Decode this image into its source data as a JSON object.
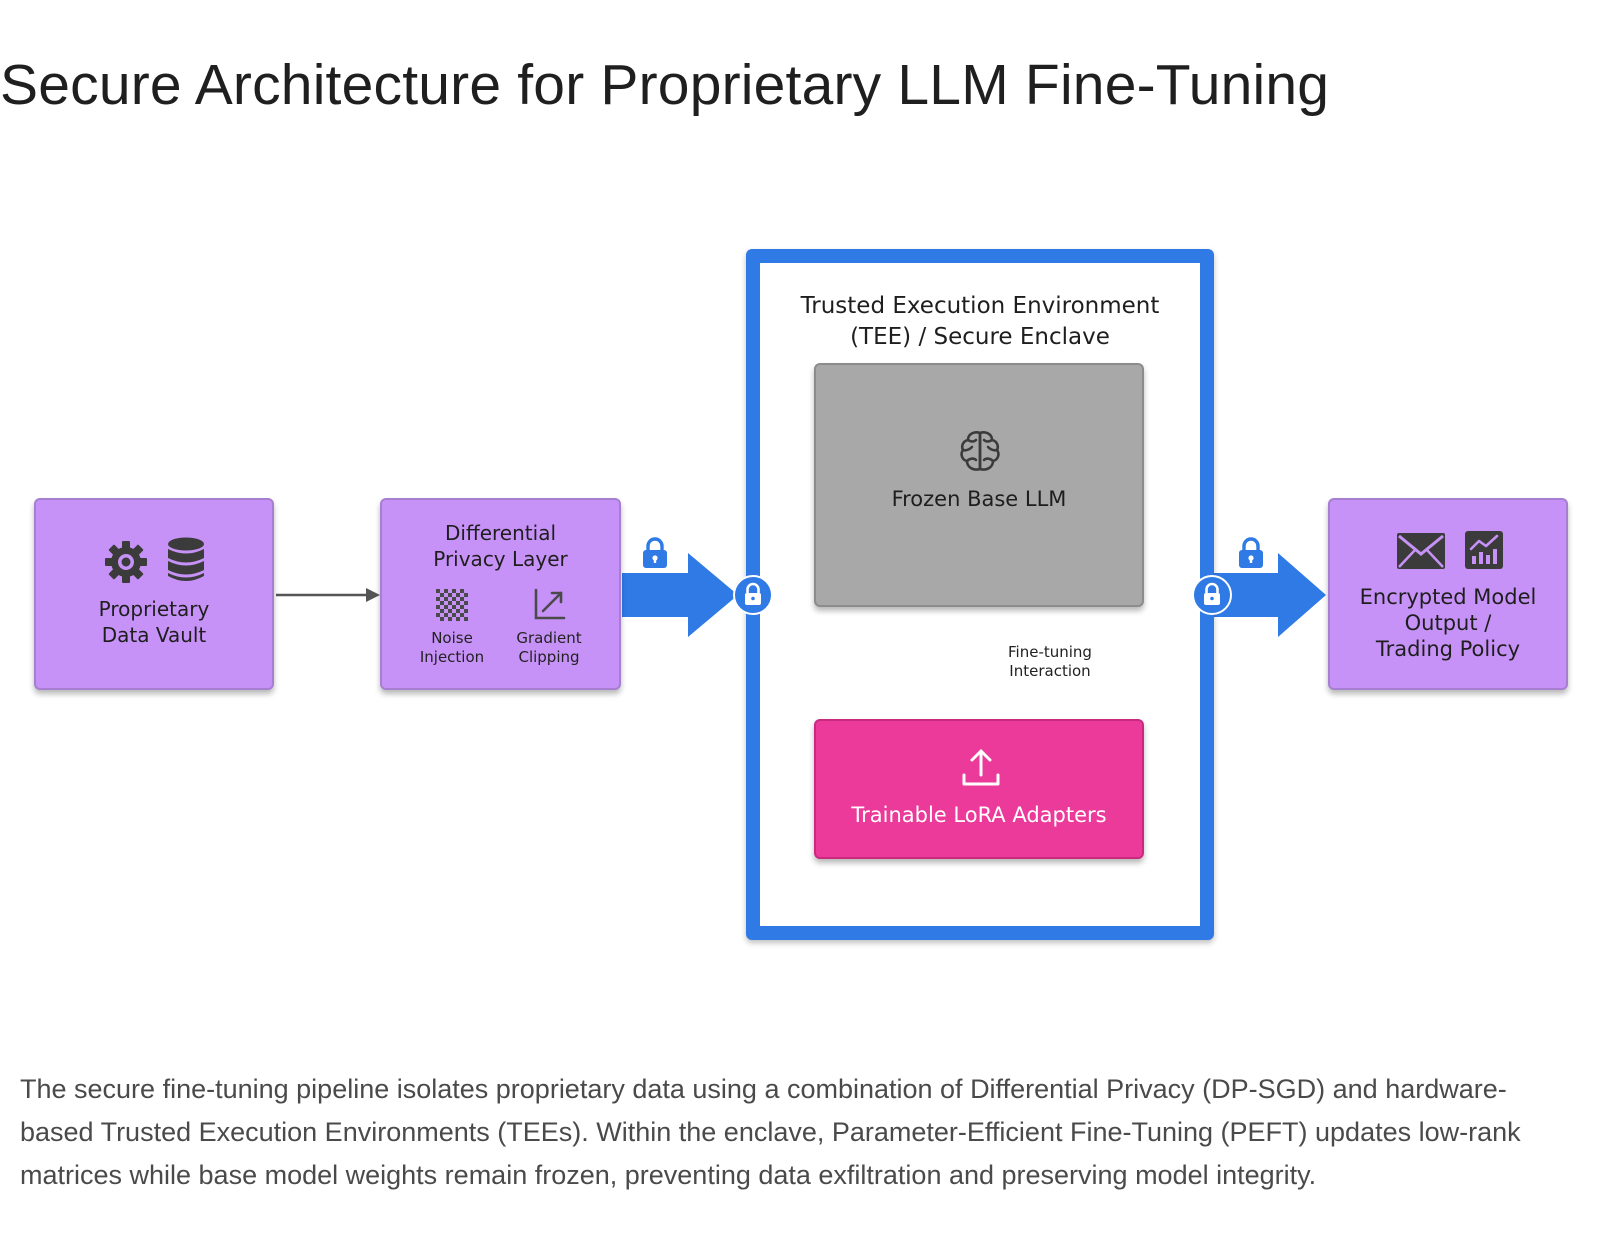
{
  "title": "Secure Architecture for Proprietary LLM Fine-Tuning",
  "nodes": {
    "vault": {
      "label": "Proprietary\nData Vault",
      "icons": [
        "gear-icon",
        "database-icon"
      ]
    },
    "dp": {
      "label": "Differential\nPrivacy Layer",
      "noise_label": "Noise\nInjection",
      "clipping_label": "Gradient\nClipping",
      "icons": [
        "noise-pattern-icon",
        "trending-arrow-icon"
      ]
    },
    "tee": {
      "label": "Trusted Execution Environment\n(TEE) / Secure Enclave"
    },
    "frozen": {
      "label": "Frozen Base LLM",
      "icon": "brain-icon"
    },
    "lora": {
      "label": "Trainable LoRA Adapters",
      "icon": "upload-icon"
    },
    "interaction": {
      "label": "Fine-tuning\nInteraction"
    },
    "output": {
      "label": "Encrypted Model\nOutput /\nTrading Policy",
      "icons": [
        "envelope-icon",
        "analytics-chart-icon"
      ]
    }
  },
  "icons_misc": [
    "lock-icon"
  ],
  "colors": {
    "node_purple": "#c792f7",
    "tee_blue": "#2f7ae5",
    "frozen_gray": "#a8a8a8",
    "lora_pink": "#ec3a9b",
    "arrow_blue": "#2f7ae5"
  },
  "caption": "The secure fine-tuning pipeline isolates proprietary data using a combination of Differential Privacy (DP-SGD) and hardware-based Trusted Execution Environments (TEEs). Within the enclave, Parameter-Efficient Fine-Tuning (PEFT) updates low-rank matrices while base model weights remain frozen, preventing data exfiltration and preserving model integrity."
}
